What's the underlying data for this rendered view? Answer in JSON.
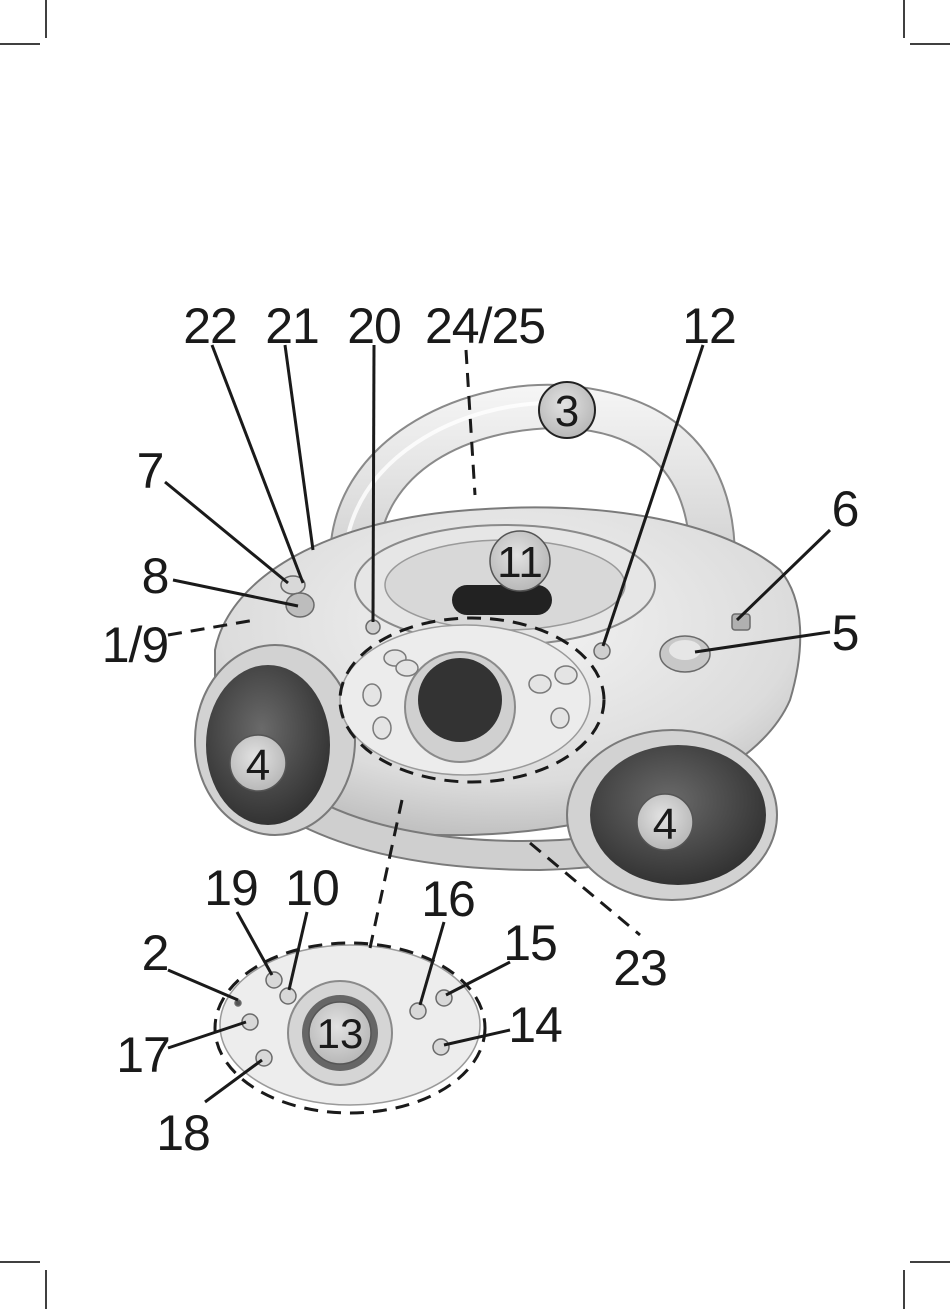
{
  "figure": {
    "callouts": {
      "c22": "22",
      "c21": "21",
      "c20": "20",
      "c2425": "24/25",
      "c12": "12",
      "c7": "7",
      "c8": "8",
      "c19_label": "1/9",
      "c6": "6",
      "c5": "5",
      "c19": "19",
      "c10": "10",
      "c16": "16",
      "c15": "15",
      "c2": "2",
      "c23": "23",
      "c17": "17",
      "c14": "14",
      "c18": "18"
    },
    "badges": {
      "handle": "3",
      "cd_lid": "11",
      "speaker_left": "4",
      "speaker_right": "4",
      "display": "13"
    }
  }
}
